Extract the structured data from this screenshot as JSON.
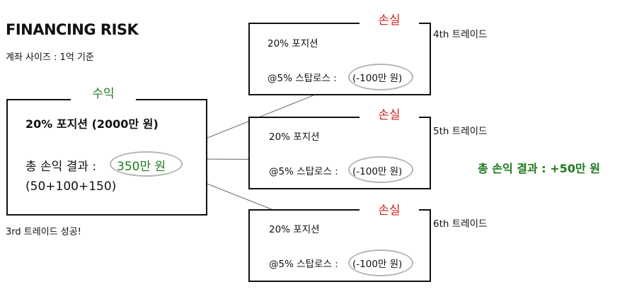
{
  "header": {
    "title": "FINANCING RISK",
    "subtitle": "계좌 사이즈 : 1억 기준"
  },
  "profit_box": {
    "tag": "수익",
    "position_text": "20% 포지션 (2000만 원)",
    "result_label": "총 손익 결과 :",
    "result_value": "350만 원",
    "breakdown": "(50+100+150)",
    "caption": "3rd 트레이드 성공!"
  },
  "loss_boxes": [
    {
      "tag": "손실",
      "position_text": "20% 포지션",
      "stop_label": "@5% 스탑로스 :",
      "stop_value": "(-100만 원)",
      "trade_label": "4th 트레이드"
    },
    {
      "tag": "손실",
      "position_text": "20% 포지션",
      "stop_label": "@5% 스탑로스 :",
      "stop_value": "(-100만 원)",
      "trade_label": "5th 트레이드"
    },
    {
      "tag": "손실",
      "position_text": "20% 포지션",
      "stop_label": "@5% 스탑로스 :",
      "stop_value": "(-100만 원)",
      "trade_label": "6th 트레이드"
    }
  ],
  "total_result": "총 손익 결과 : +50만 원",
  "colors": {
    "profit": "#1f7a1f",
    "loss": "#d42020",
    "ellipse": "#b5b5b5"
  }
}
